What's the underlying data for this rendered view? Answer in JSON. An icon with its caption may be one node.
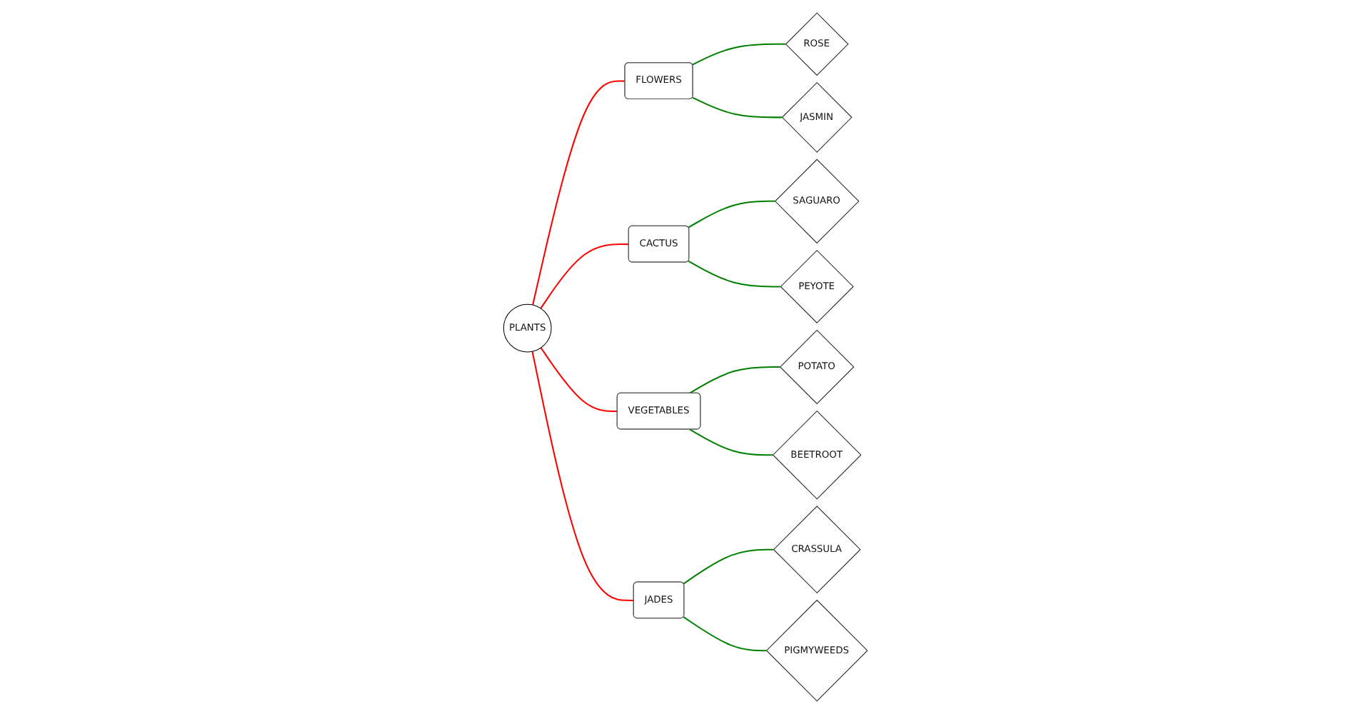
{
  "diagram": {
    "nodes": [
      {
        "text": [
          "PLANTS"
        ]
      },
      {
        "text": [
          "FLOWERS"
        ]
      },
      {
        "text": [
          "ROSE"
        ]
      },
      {
        "text": [
          "JASMIN"
        ]
      },
      {
        "text": [
          "CACTUS"
        ]
      },
      {
        "text": [
          "SAGUARO"
        ]
      },
      {
        "text": [
          "PEYOTE"
        ]
      },
      {
        "text": [
          "VEGETABLES"
        ]
      },
      {
        "text": [
          "POTATO"
        ]
      },
      {
        "text": [
          "BEETROOT"
        ]
      },
      {
        "text": [
          "JADES"
        ]
      },
      {
        "text": [
          "CRASSULA"
        ]
      },
      {
        "text": [
          "PIGMYWEEDS"
        ]
      }
    ],
    "edges": [
      {
        "from": 0,
        "to": 1,
        "arrow": "none",
        "color": "#ff0000"
      },
      {
        "from": 0,
        "to": 4,
        "arrow": "none",
        "color": "#ff0000"
      },
      {
        "from": 0,
        "to": 7,
        "arrow": "none",
        "color": "#ff0000"
      },
      {
        "from": 0,
        "to": 10,
        "arrow": "none",
        "color": "#ff0000"
      },
      {
        "from": 1,
        "to": 2,
        "arrow": "none"
      },
      {
        "from": 1,
        "to": 3,
        "arrow": "none"
      },
      {
        "from": 4,
        "to": 5,
        "arrow": "none"
      },
      {
        "from": 4,
        "to": 6,
        "arrow": "none"
      },
      {
        "from": 7,
        "to": 8,
        "arrow": "none"
      },
      {
        "from": 7,
        "to": 9,
        "arrow": "none"
      },
      {
        "from": 10,
        "to": 11,
        "arrow": "none"
      },
      {
        "from": 10,
        "to": 12,
        "arrow": "none"
      }
    ]
  }
}
